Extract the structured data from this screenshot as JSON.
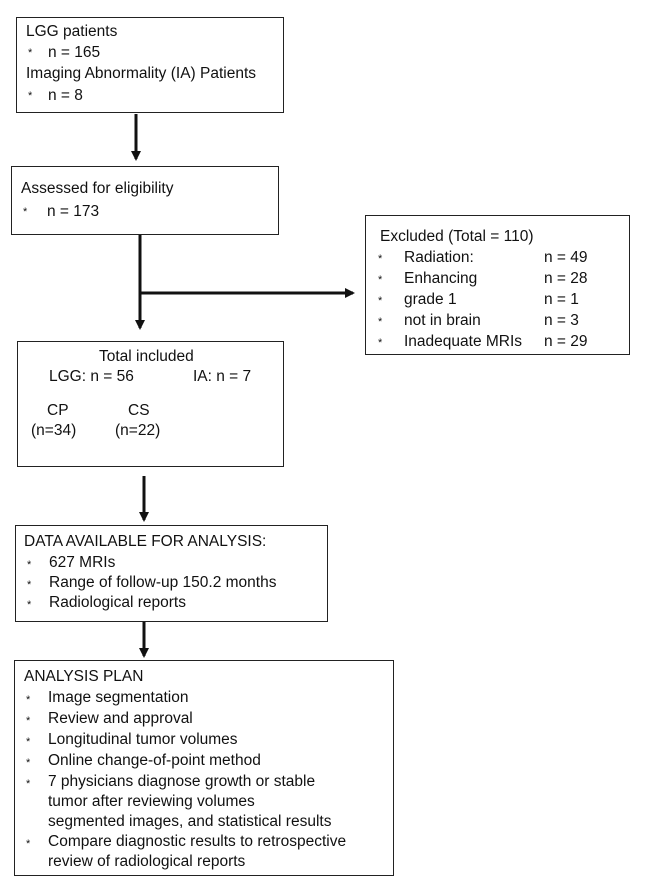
{
  "box1": {
    "line1": "LGG patients",
    "bullet1": "n = 165",
    "line2": "Imaging Abnormality (IA) Patients",
    "bullet2": "n = 8"
  },
  "box2": {
    "title": "Assessed for eligibility",
    "bullet1": "n = 173"
  },
  "excluded": {
    "title": "Excluded (Total = 110)",
    "items": [
      {
        "label": "Radiation:",
        "value": "n = 49"
      },
      {
        "label": "Enhancing",
        "value": "n = 28"
      },
      {
        "label": "grade 1",
        "value": "n = 1"
      },
      {
        "label": "not in brain",
        "value": "n = 3"
      },
      {
        "label": "Inadequate MRIs",
        "value": "n = 29"
      }
    ]
  },
  "included": {
    "title": "Total included",
    "lgg": "LGG: n = 56",
    "ia": "IA: n = 7",
    "cp": "CP",
    "cp_n": "(n=34)",
    "cs": "CS",
    "cs_n": "(n=22)"
  },
  "data_box": {
    "title": "DATA AVAILABLE FOR ANALYSIS:",
    "items": [
      "627 MRIs",
      "Range of follow-up 150.2 months",
      "Radiological reports"
    ]
  },
  "plan": {
    "title": "ANALYSIS PLAN",
    "items": [
      "Image segmentation",
      "Review and approval",
      "Longitudinal tumor volumes",
      "Online change-of-point method",
      "7 physicians diagnose growth or stable",
      "tumor after reviewing volumes",
      "segmented images, and statistical results",
      "Compare diagnostic results to retrospective",
      "review of radiological reports"
    ]
  },
  "bullet_symbol": "*"
}
